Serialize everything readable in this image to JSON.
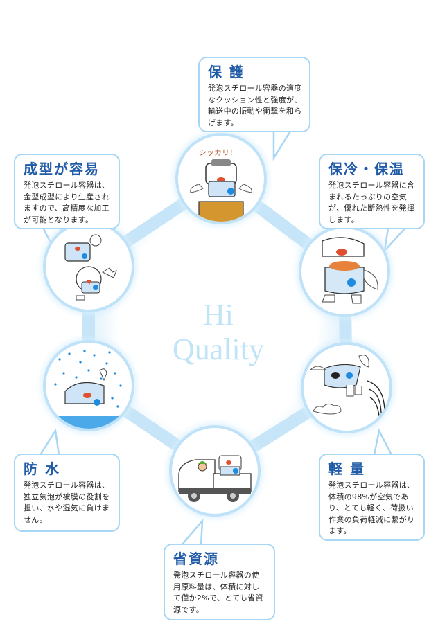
{
  "center": {
    "line1": "Hi",
    "line2": "Quality"
  },
  "features": [
    {
      "id": "protect",
      "title": "保 護",
      "text": "発泡スチロール容器の適度なクッション性と強度が、輸送中の振動や衝撃を和らげます。",
      "illustration": "mascot-bracing-on-box",
      "illustration_caption": "シッカリ！"
    },
    {
      "id": "cool",
      "title": "保冷・保温",
      "text": "発泡スチロール容器に含まれるたっぷりの空気が、優れた断熱性を発揮します。",
      "illustration": "mascot-holding-fish-on-ice"
    },
    {
      "id": "light",
      "title": "軽 量",
      "text": "発泡スチロール容器は、体積の98%が空気であり、とても軽く、荷扱い作業の負荷軽減に繋がります。",
      "illustration": "mascot-flying-over-cloud"
    },
    {
      "id": "resource",
      "title": "省資源",
      "text": "発泡スチロール容器の使用原料量は、体積に対して僅か2%で、とても省資源です。",
      "illustration": "mascot-riding-truck"
    },
    {
      "id": "water",
      "title": "防 水",
      "text": "発泡スチロール容器は、独立気泡が被膜の役割を担い、水や湿気に負けません。",
      "illustration": "mascot-in-rain"
    },
    {
      "id": "mold",
      "title": "成型が容易",
      "text": "発泡スチロール容器は、金型成型により生産されますので、高精度な加工が可能となります。",
      "illustration": "mascots-various-shapes"
    }
  ],
  "colors": {
    "title_blue": "#1f5ba6",
    "border_blue": "#a8d6f5",
    "glow_blue": "#bfe2f8",
    "center_text": "#bfe3f7",
    "body_text": "#222222"
  }
}
